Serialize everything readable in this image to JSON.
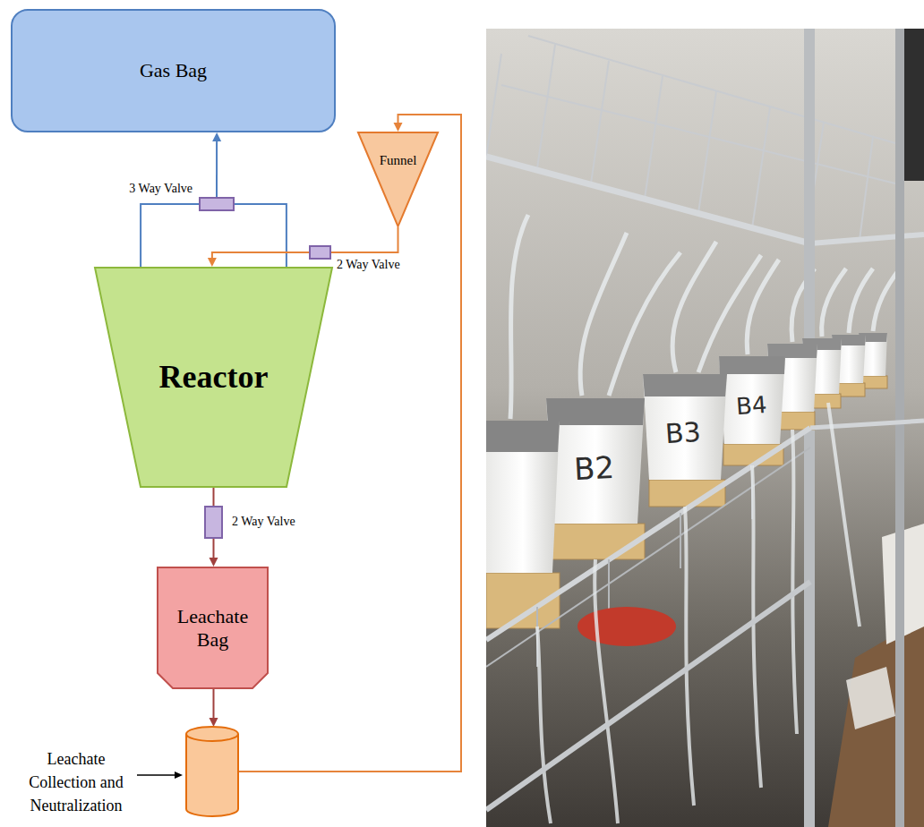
{
  "diagram": {
    "nodes": [
      {
        "text": [
          "Gas Bag"
        ]
      },
      {
        "text": [
          "3 Way Valve"
        ]
      },
      {
        "text": [
          "Funnel"
        ]
      },
      {
        "text": [
          "2 Way Valve"
        ]
      },
      {
        "text": [
          "Reactor"
        ]
      },
      {
        "text": [
          "2 Way Valve"
        ]
      },
      {
        "text": [
          "Leachate Bag"
        ]
      },
      {
        "text": [
          "Leachate Collection and Neutralization"
        ]
      }
    ],
    "edges": [
      {
        "from": 4,
        "to": 1,
        "arrow": "none"
      },
      {
        "from": 4,
        "to": 1,
        "arrow": "none"
      },
      {
        "from": 1,
        "to": 0,
        "arrow": "to"
      },
      {
        "from": 2,
        "to": 3,
        "arrow": "none"
      },
      {
        "from": 3,
        "to": 4,
        "arrow": "to"
      },
      {
        "from": 4,
        "to": 5,
        "arrow": "none"
      },
      {
        "from": 5,
        "to": 6,
        "arrow": "to"
      },
      {
        "from": 6,
        "to": 7,
        "arrow": "to"
      },
      {
        "from": 7,
        "to": 2,
        "arrow": "to"
      }
    ],
    "labels": [
      "B2",
      "B3",
      "B4"
    ]
  }
}
